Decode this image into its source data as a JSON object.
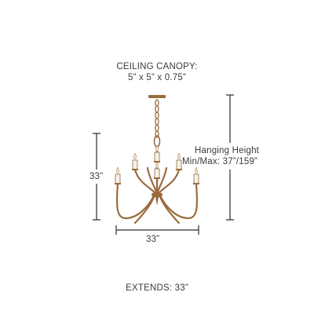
{
  "canopy": {
    "title": "CEILING CANOPY:",
    "size": "5” x 5” x 0.75”"
  },
  "hanging_height": {
    "title": "Hanging Height",
    "minmax": "Min/Max: 37”/159”"
  },
  "dimensions": {
    "height": "33”",
    "width": "33”"
  },
  "extends": "EXTENDS: 33”",
  "colors": {
    "text": "#3a3a3a",
    "dimension_line": "#2b2b2b",
    "fixture_metal": "#9a6b3d",
    "candle": "#f4f1ea"
  }
}
